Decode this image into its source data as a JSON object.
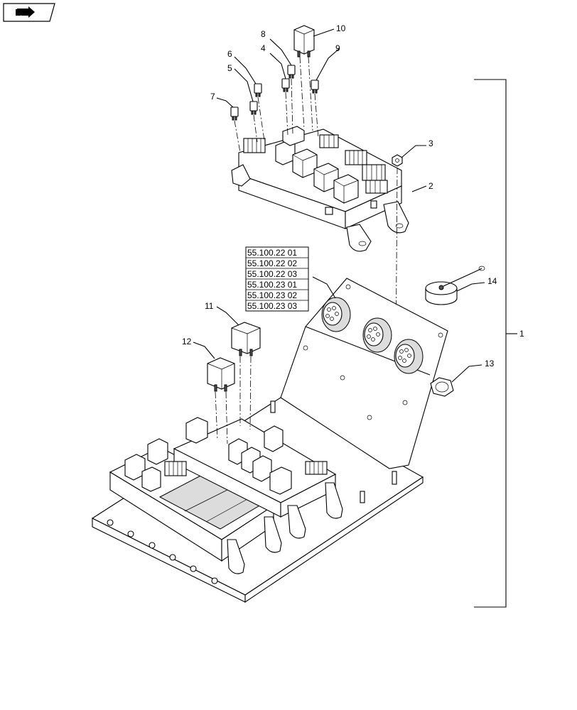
{
  "nav_icon": "arrow-icon",
  "references": [
    "55.100.22 01",
    "55.100.22 02",
    "55.100.22 03",
    "55.100.23 01",
    "55.100.23 02",
    "55.100.23 03"
  ],
  "callouts": {
    "c1": "1",
    "c2": "2",
    "c3": "3",
    "c4": "4",
    "c5": "5",
    "c6": "6",
    "c7": "7",
    "c8": "8",
    "c9": "9",
    "c10": "10",
    "c11": "11",
    "c12": "12",
    "c13": "13",
    "c14": "14"
  }
}
